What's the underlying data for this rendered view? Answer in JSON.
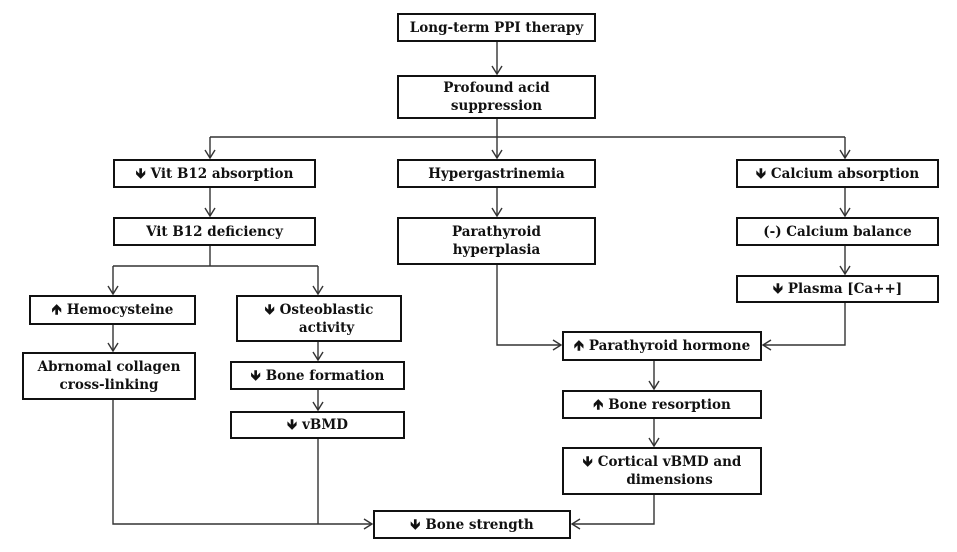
{
  "nodes": {
    "ppi": {
      "label": "Long-term PPI therapy",
      "arrow": ""
    },
    "acid": {
      "label": "Profound acid\nsuppression",
      "arrow": ""
    },
    "b12abs": {
      "label": "Vit B12 absorption",
      "arrow": "🡻"
    },
    "hypergas": {
      "label": "Hypergastrinemia",
      "arrow": ""
    },
    "caabs": {
      "label": "Calcium absorption",
      "arrow": "🡻"
    },
    "b12def": {
      "label": "Vit B12 deficiency",
      "arrow": ""
    },
    "parahyp": {
      "label": "Parathyroid\nhyperplasia",
      "arrow": ""
    },
    "cabal": {
      "label": "(-) Calcium balance",
      "arrow": ""
    },
    "plasma": {
      "label": "Plasma [Ca++]",
      "arrow": "🡻"
    },
    "hcy": {
      "label": "Hemocysteine",
      "arrow": "🡹"
    },
    "osteo": {
      "label": "Osteoblastic\nactivity",
      "arrow": "🡻"
    },
    "collagen": {
      "label": "Abrnomal collagen\ncross-linking",
      "arrow": ""
    },
    "boneform": {
      "label": "Bone formation",
      "arrow": "🡻"
    },
    "vbmd": {
      "label": "vBMD",
      "arrow": "🡻"
    },
    "pth": {
      "label": "Parathyroid hormone",
      "arrow": "🡹"
    },
    "resorp": {
      "label": "Bone resorption",
      "arrow": "🡹"
    },
    "cortical": {
      "label": "Cortical vBMD and\ndimensions",
      "arrow": "🡻"
    },
    "strength": {
      "label": "Bone strength",
      "arrow": "🡻"
    }
  },
  "colors": {
    "line": "#333333",
    "border": "#111111",
    "background": "#ffffff"
  }
}
